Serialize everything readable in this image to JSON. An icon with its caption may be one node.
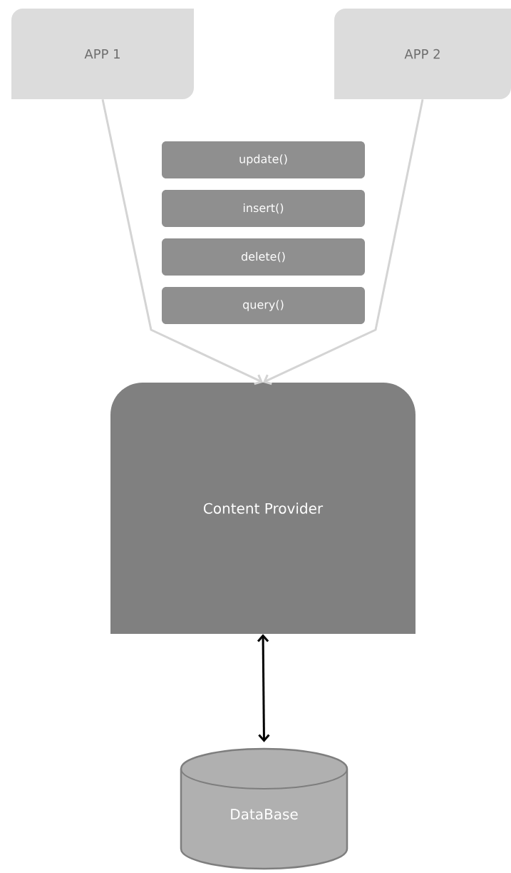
{
  "diagram": {
    "nodes": [
      {
        "text": [
          "APP 1"
        ]
      },
      {
        "text": [
          "APP 2"
        ]
      },
      {
        "text": [
          "update()"
        ]
      },
      {
        "text": [
          "insert()"
        ]
      },
      {
        "text": [
          "delete()"
        ]
      },
      {
        "text": [
          "query()"
        ]
      },
      {
        "text": [
          "Content Provider"
        ]
      },
      {
        "text": [
          "DataBase"
        ]
      }
    ],
    "edges": [
      {
        "from": 0,
        "to": 6,
        "arrow": "to"
      },
      {
        "from": 1,
        "to": 6,
        "arrow": "to"
      },
      {
        "from": 6,
        "to": 7,
        "arrow": "both",
        "color": "#000000"
      }
    ]
  }
}
